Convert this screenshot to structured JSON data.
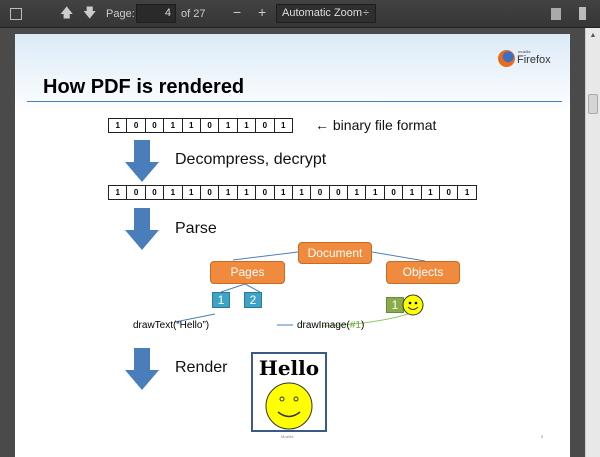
{
  "toolbar": {
    "page_label": "Page:",
    "page_value": "4",
    "page_total": "of 27",
    "zoom": "Automatic Zoom",
    "zoom_out": "−",
    "zoom_in": "+"
  },
  "slide": {
    "brand_small": "mozilla",
    "brand": "Firefox",
    "title": "How PDF is rendered",
    "bits_short": [
      "1",
      "0",
      "0",
      "1",
      "1",
      "0",
      "1",
      "1",
      "0",
      "1"
    ],
    "bits_long": [
      "1",
      "0",
      "0",
      "1",
      "1",
      "0",
      "1",
      "1",
      "0",
      "1",
      "1",
      "0",
      "0",
      "1",
      "1",
      "0",
      "1",
      "1",
      "0",
      "1"
    ],
    "binary_label": "← binary file format",
    "step1": "Decompress, decrypt",
    "step2": "Parse",
    "step3": "Render",
    "document": "Document",
    "pages": "Pages",
    "objects": "Objects",
    "page1": "1",
    "page2": "2",
    "obj1": "1",
    "draw_text": "drawText(“Hello”)",
    "draw_image_prefix": "drawImage(",
    "draw_image_ref": "#1",
    "draw_image_suffix": ")",
    "render_text": "Hello",
    "footer": "Mozilla",
    "page_number": "5"
  },
  "colors": {
    "arrow": "#4a7ebb",
    "orange": "#f08a3c",
    "teal": "#3fa2c7",
    "green": "#8aab4a",
    "smiley": "#ffff00"
  }
}
